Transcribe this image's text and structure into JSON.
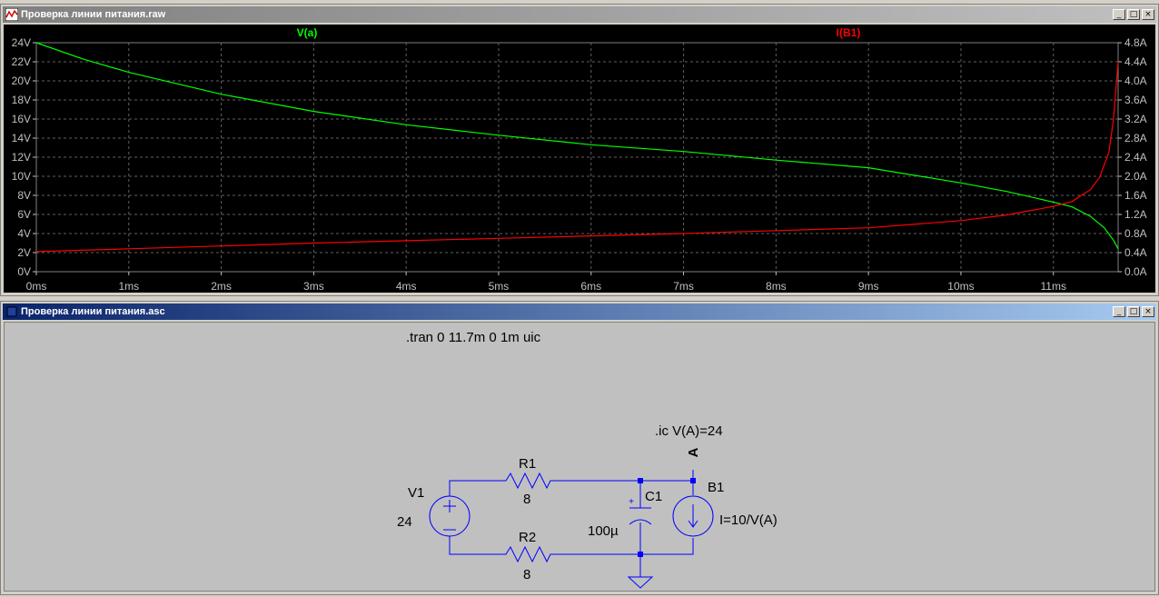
{
  "plot_window": {
    "title": "Проверка линии питания.raw"
  },
  "schematic_window": {
    "title": "Проверка линии питания.asc",
    "directive_tran": ".tran 0 11.7m 0 1m uic",
    "directive_ic": ".ic V(A)=24",
    "components": {
      "V1": {
        "name": "V1",
        "value": "24"
      },
      "R1": {
        "name": "R1",
        "value": "8"
      },
      "R2": {
        "name": "R2",
        "value": "8"
      },
      "C1": {
        "name": "C1",
        "value": "100µ"
      },
      "B1": {
        "name": "B1",
        "value": "I=10/V(A)"
      }
    },
    "net_label": "A"
  },
  "chart_data": {
    "type": "line",
    "xlim": [
      0,
      11.7
    ],
    "x_ticks": [
      "0ms",
      "1ms",
      "2ms",
      "3ms",
      "4ms",
      "5ms",
      "6ms",
      "7ms",
      "8ms",
      "9ms",
      "10ms",
      "11ms"
    ],
    "x_tick_values": [
      0,
      1,
      2,
      3,
      4,
      5,
      6,
      7,
      8,
      9,
      10,
      11
    ],
    "left_axis": {
      "ylim": [
        0,
        24
      ],
      "ticks": [
        "0V",
        "2V",
        "4V",
        "6V",
        "8V",
        "10V",
        "12V",
        "14V",
        "16V",
        "18V",
        "20V",
        "22V",
        "24V"
      ]
    },
    "right_axis": {
      "ylim": [
        0,
        4.8
      ],
      "ticks": [
        "0.0A",
        "0.4A",
        "0.8A",
        "1.2A",
        "1.6A",
        "2.0A",
        "2.4A",
        "2.8A",
        "3.2A",
        "3.6A",
        "4.0A",
        "4.4A",
        "4.8A"
      ]
    },
    "grid": true,
    "series": [
      {
        "name": "V(a)",
        "axis": "left",
        "color": "#00ff00",
        "x": [
          0,
          0.5,
          1,
          2,
          3,
          4,
          5,
          6,
          7,
          8,
          9,
          10,
          10.5,
          11,
          11.2,
          11.4,
          11.55,
          11.65,
          11.7
        ],
        "y": [
          24,
          22.3,
          20.9,
          18.6,
          16.8,
          15.4,
          14.3,
          13.3,
          12.6,
          11.7,
          10.9,
          9.3,
          8.4,
          7.3,
          6.8,
          5.8,
          4.6,
          3.3,
          2.4
        ]
      },
      {
        "name": "I(B1)",
        "axis": "right",
        "color": "#ff0000",
        "x": [
          0,
          1,
          2,
          3,
          4,
          5,
          6,
          7,
          8,
          9,
          10,
          10.5,
          11,
          11.2,
          11.4,
          11.5,
          11.6,
          11.65,
          11.7
        ],
        "y": [
          0.42,
          0.48,
          0.54,
          0.6,
          0.65,
          0.7,
          0.75,
          0.8,
          0.86,
          0.92,
          1.07,
          1.19,
          1.37,
          1.47,
          1.72,
          1.98,
          2.5,
          3.2,
          4.4
        ]
      }
    ]
  }
}
